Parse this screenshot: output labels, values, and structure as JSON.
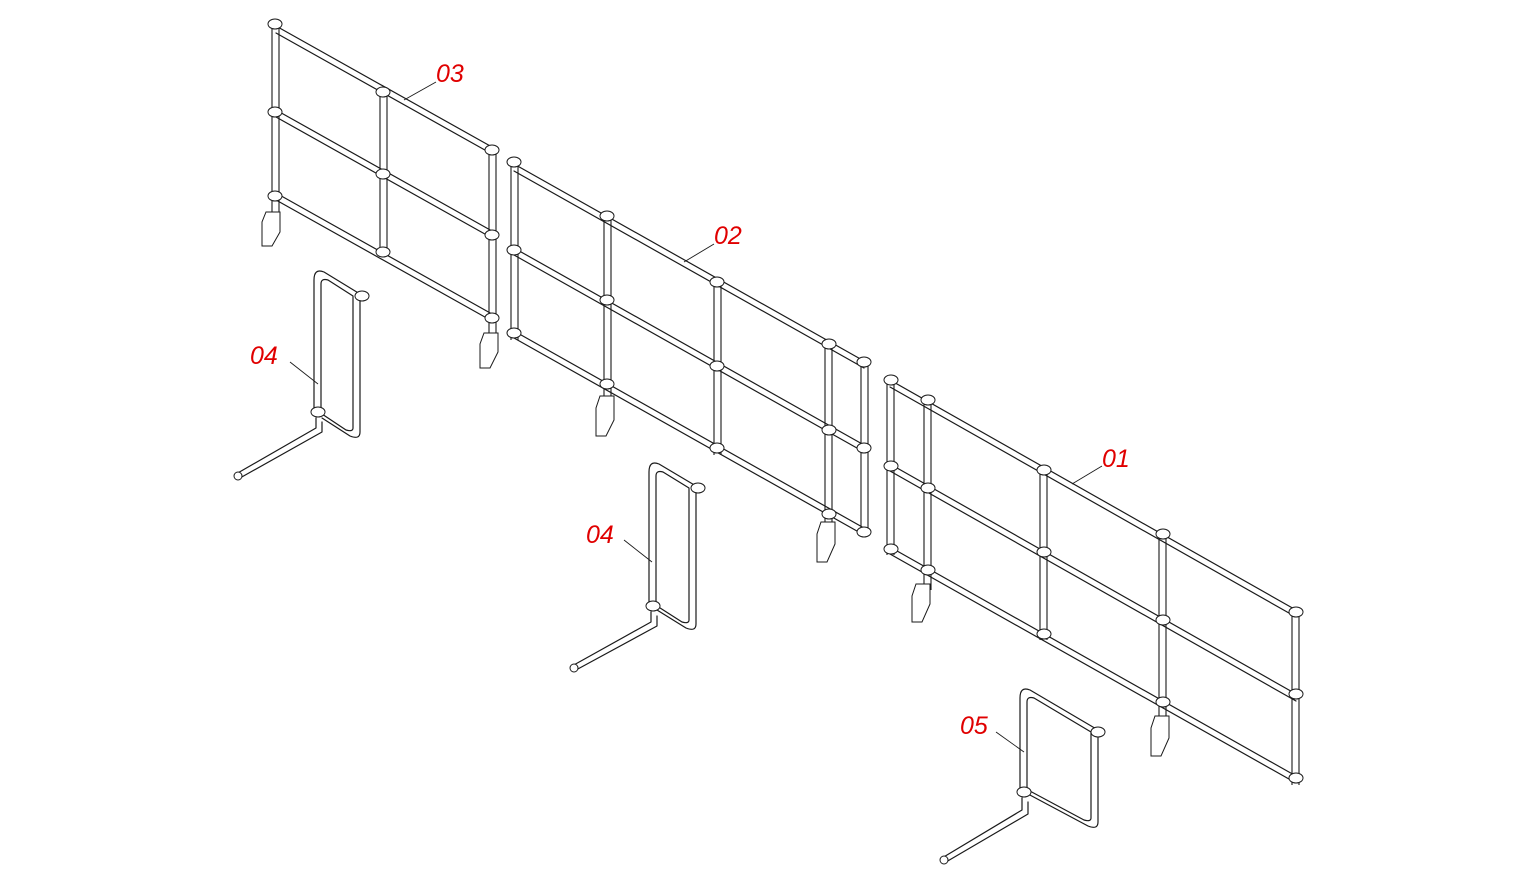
{
  "diagram": {
    "line_color": "#1a1a1a",
    "callout_color": "#e00000",
    "callouts": [
      {
        "id": "c03",
        "label": "03"
      },
      {
        "id": "c02",
        "label": "02"
      },
      {
        "id": "c01",
        "label": "01"
      },
      {
        "id": "c04a",
        "label": "04"
      },
      {
        "id": "c04b",
        "label": "04"
      },
      {
        "id": "c05",
        "label": "05"
      }
    ]
  }
}
